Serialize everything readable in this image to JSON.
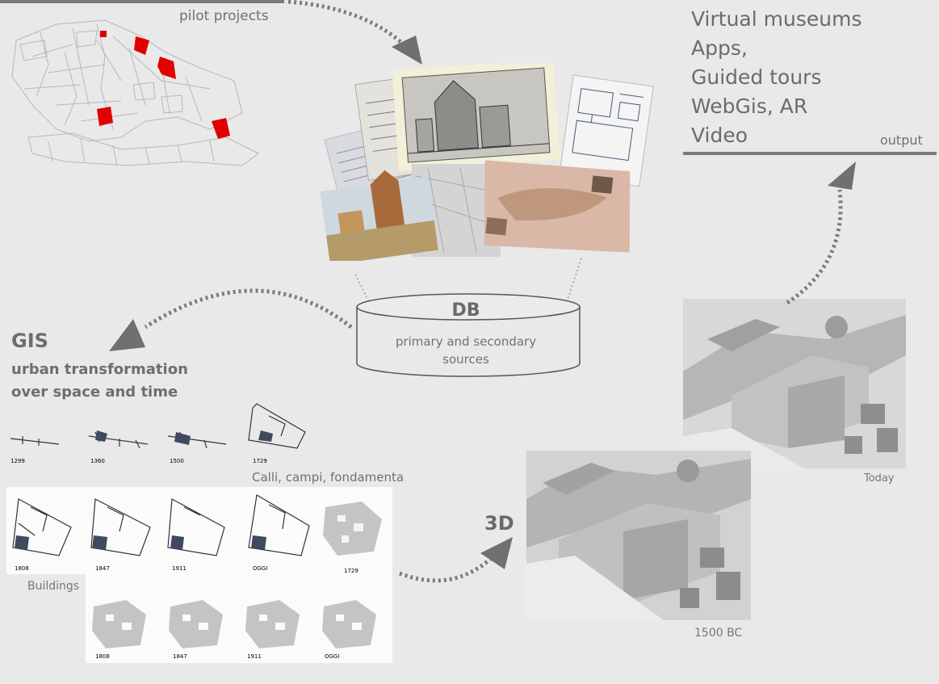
{
  "header": {
    "pilot_label": "pilot projects"
  },
  "outputs": {
    "items": [
      "Virtual museums",
      "Apps,",
      "Guided tours",
      "WebGis, AR",
      "Video"
    ],
    "label": "output"
  },
  "db": {
    "title": "DB",
    "subtitle_line1": "primary and secondary",
    "subtitle_line2": "sources"
  },
  "gis": {
    "title": "GIS",
    "subtitle_line1": "urban transformation",
    "subtitle_line2": "over space and time",
    "calli_label": "Calli, campi, fondamenta",
    "buildings_label": "Buildings",
    "row1_years": [
      "1299",
      "1360",
      "1500",
      "1729"
    ],
    "row2_years": [
      "1808",
      "1847",
      "1911",
      "OGGI"
    ],
    "side_year": "1729",
    "row3_years": [
      "1808",
      "1847",
      "1911",
      "OGGI"
    ]
  },
  "model3d": {
    "label": "3D",
    "today_label": "Today",
    "past_label": "1500 BC"
  },
  "colors": {
    "highlight": "#e00000",
    "arrow": "#7a7a7a",
    "background": "#e9e9e9"
  }
}
